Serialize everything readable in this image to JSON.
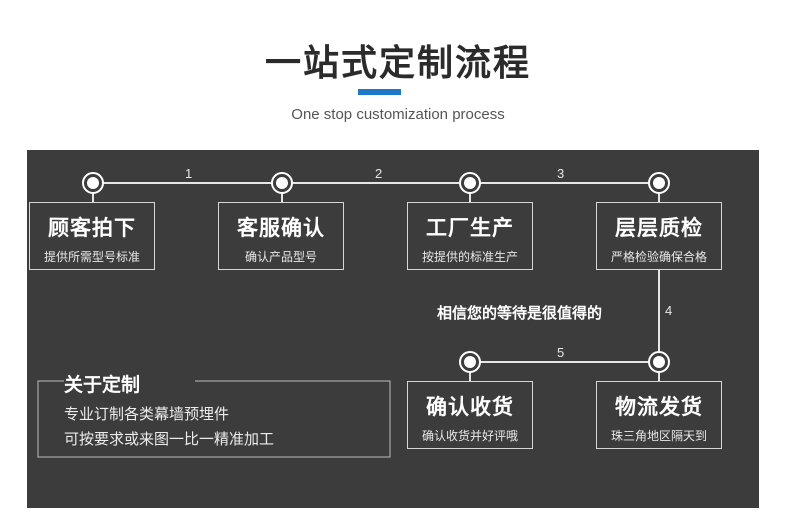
{
  "header": {
    "title": "一站式定制流程",
    "subtitle": "One stop customization process",
    "accent_color": "#1e78c8"
  },
  "flow": {
    "steps": [
      {
        "title": "顾客拍下",
        "desc": "提供所需型号标准"
      },
      {
        "title": "客服确认",
        "desc": "确认产品型号"
      },
      {
        "title": "工厂生产",
        "desc": "按提供的标准生产"
      },
      {
        "title": "层层质检",
        "desc": "严格检验确保合格"
      },
      {
        "title": "物流发货",
        "desc": "珠三角地区隔天到"
      },
      {
        "title": "确认收货",
        "desc": "确认收货并好评哦"
      }
    ],
    "connector_labels": [
      "1",
      "2",
      "3",
      "4",
      "5"
    ],
    "wait_note": "相信您的等待是很值得的"
  },
  "about": {
    "title": "关于定制",
    "lines": [
      "专业订制各类幕墙预埋件",
      "可按要求或来图一比一精准加工"
    ]
  }
}
